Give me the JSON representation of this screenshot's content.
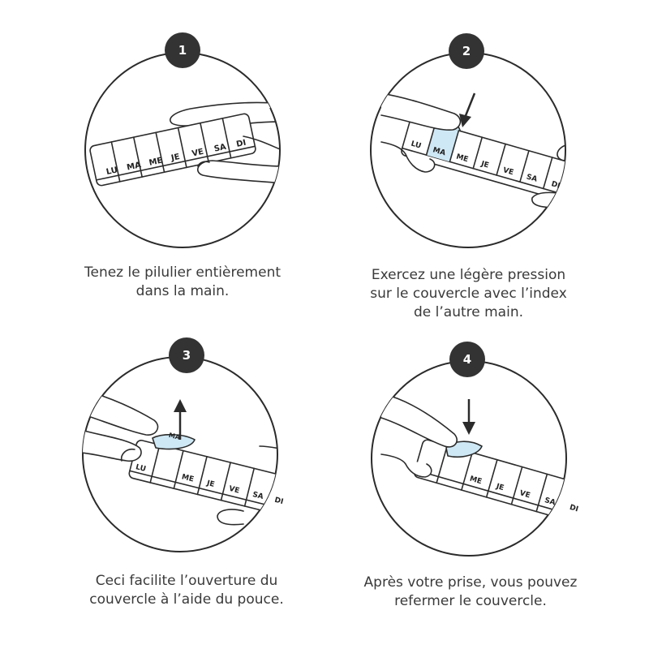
{
  "colors": {
    "line": "#2b2b2b",
    "badge": "#333333",
    "lid_highlight": "#cfe8f5",
    "text": "#3a3a3a"
  },
  "steps": [
    {
      "number": "1",
      "caption_lines": [
        "Tenez le pilulier entièrement",
        "dans la main."
      ],
      "days": [
        "LU",
        "MA",
        "ME",
        "JE",
        "VE",
        "SA",
        "DI"
      ],
      "arrow": "none"
    },
    {
      "number": "2",
      "caption_lines": [
        "Exercez une légère pression",
        "sur le couvercle avec l’index",
        "de l’autre main."
      ],
      "days": [
        "LU",
        "MA",
        "ME",
        "JE",
        "VE",
        "SA",
        "DI"
      ],
      "arrow": "arrow-down-icon"
    },
    {
      "number": "3",
      "caption_lines": [
        "Ceci facilite l’ouverture du",
        "couvercle à l’aide du pouce."
      ],
      "days": [
        "LU",
        "MA",
        "ME",
        "JE",
        "VE",
        "SA",
        "DI"
      ],
      "arrow": "arrow-up-icon"
    },
    {
      "number": "4",
      "caption_lines": [
        "Après votre prise, vous pouvez",
        "refermer le couvercle."
      ],
      "days": [
        "ME",
        "JE",
        "VE",
        "SA",
        "DI"
      ],
      "arrow": "arrow-down-icon"
    }
  ]
}
